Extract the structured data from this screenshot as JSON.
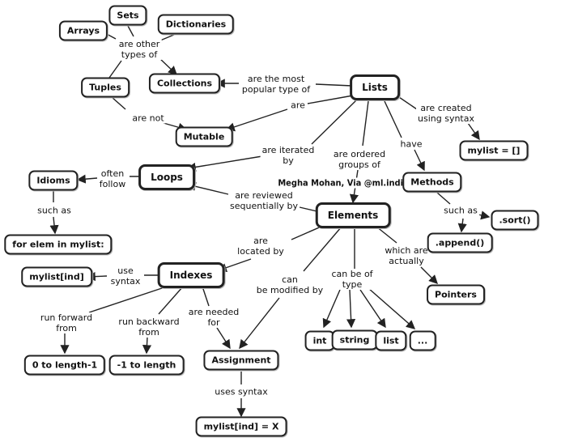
{
  "nodes": {
    "sets": "Sets",
    "arrays": "Arrays",
    "dictionaries": "Dictionaries",
    "tuples": "Tuples",
    "collections": "Collections",
    "lists": "Lists",
    "mutable": "Mutable",
    "loops": "Loops",
    "idioms": "Idioms",
    "for_elem": "for elem in mylist:",
    "mylist_empty": "mylist = []",
    "methods": "Methods",
    "sort": ".sort()",
    "append": ".append()",
    "elements": "Elements",
    "indexes": "Indexes",
    "mylist_ind": "mylist[ind]",
    "pointers": "Pointers",
    "range_forward": "0 to length-1",
    "range_backward": "-1 to length",
    "assignment": "Assignment",
    "mylist_assign": "mylist[ind] = X",
    "int": "int",
    "string": "string",
    "list": "list",
    "ellipsis": "..."
  },
  "labels": {
    "are_other_types_of": "are other\ntypes of",
    "are_the_most_popular": "are the most\npopular type of",
    "are": "are",
    "are_not": "are not",
    "are_created_using_syntax": "are created\nusing syntax",
    "are_iterated_by": "are iterated\nby",
    "often_follow": "often\nfollow",
    "such_as_idioms": "such as",
    "are_ordered_groups_of": "are ordered\ngroups of",
    "have": "have",
    "such_as_methods": "such as",
    "are_reviewed_sequentially_by": "are reviewed\nsequentially by",
    "are_located_by": "are\nlocated by",
    "use_syntax": "use\nsyntax",
    "can_be_modified_by": "can\nbe modified by",
    "can_be_of_type": "can be of\ntype",
    "which_are_actually": "which are\nactually",
    "run_forward_from": "run forward\nfrom",
    "run_backward_from": "run backward\nfrom",
    "are_needed_for": "are needed\nfor",
    "uses_syntax": "uses syntax"
  },
  "credit": "Megha Mohan, Via @ml.india"
}
